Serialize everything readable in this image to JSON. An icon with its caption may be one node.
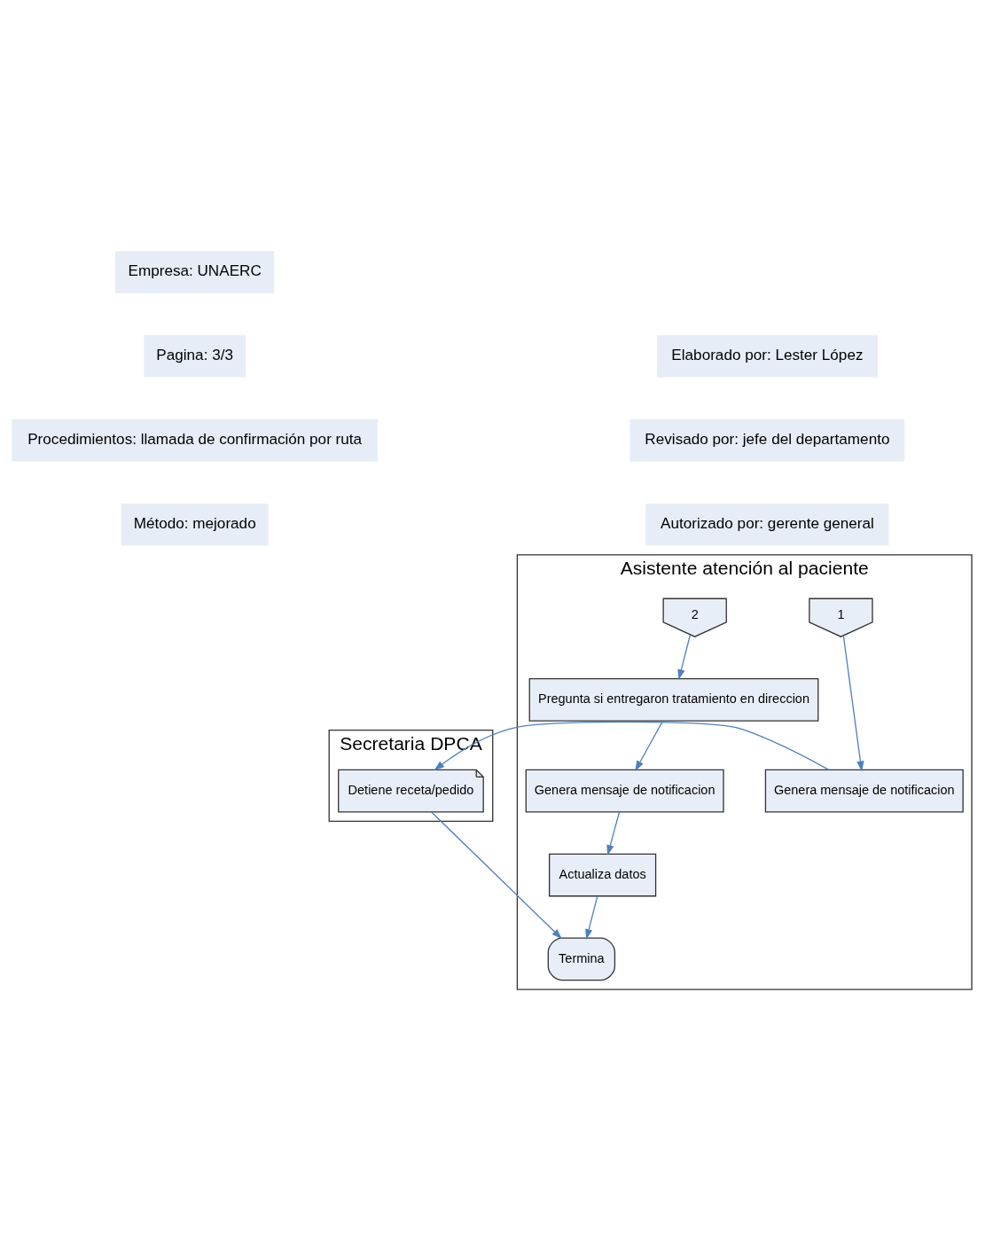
{
  "diagram": {
    "nodes": [
      {
        "text": [
          "Secretaria DPCA"
        ]
      },
      {
        "text": [
          "Asistente atención al paciente"
        ]
      },
      {
        "text": [
          "1"
        ],
        "in": 1
      },
      {
        "text": [
          "2"
        ],
        "in": 1
      },
      {
        "text": [
          "Detiene receta/pedido"
        ],
        "in": 0
      },
      {
        "text": [
          "Genera mensaje de notificacion"
        ],
        "in": 1
      },
      {
        "text": [
          "Pregunta si entregaron tratamiento en direccion"
        ],
        "in": 1
      },
      {
        "text": [
          "Genera mensaje de notificacion"
        ],
        "in": 1
      },
      {
        "text": [
          "Actualiza datos"
        ],
        "in": 1
      },
      {
        "text": [
          "Termina"
        ],
        "in": 1
      }
    ],
    "edges": [
      {
        "from": 2,
        "to": 5,
        "arrow": "to"
      },
      {
        "from": 3,
        "to": 6,
        "arrow": "to"
      },
      {
        "from": 5,
        "to": 4,
        "arrow": "to"
      },
      {
        "from": 6,
        "to": 7,
        "arrow": "to"
      },
      {
        "from": 7,
        "to": 8,
        "arrow": "to"
      },
      {
        "from": 4,
        "to": 9,
        "arrow": "to"
      },
      {
        "from": 8,
        "to": 9,
        "arrow": "to"
      }
    ],
    "labels": [
      "Empresa: UNAERC",
      "Pagina: 3/3",
      "Procedimientos: llamada de confirmación por ruta",
      "Elaborado por: Lester López",
      "Revisado por: jefe del departamento",
      "Método: mejorado",
      "Autorizado por: gerente general"
    ]
  }
}
